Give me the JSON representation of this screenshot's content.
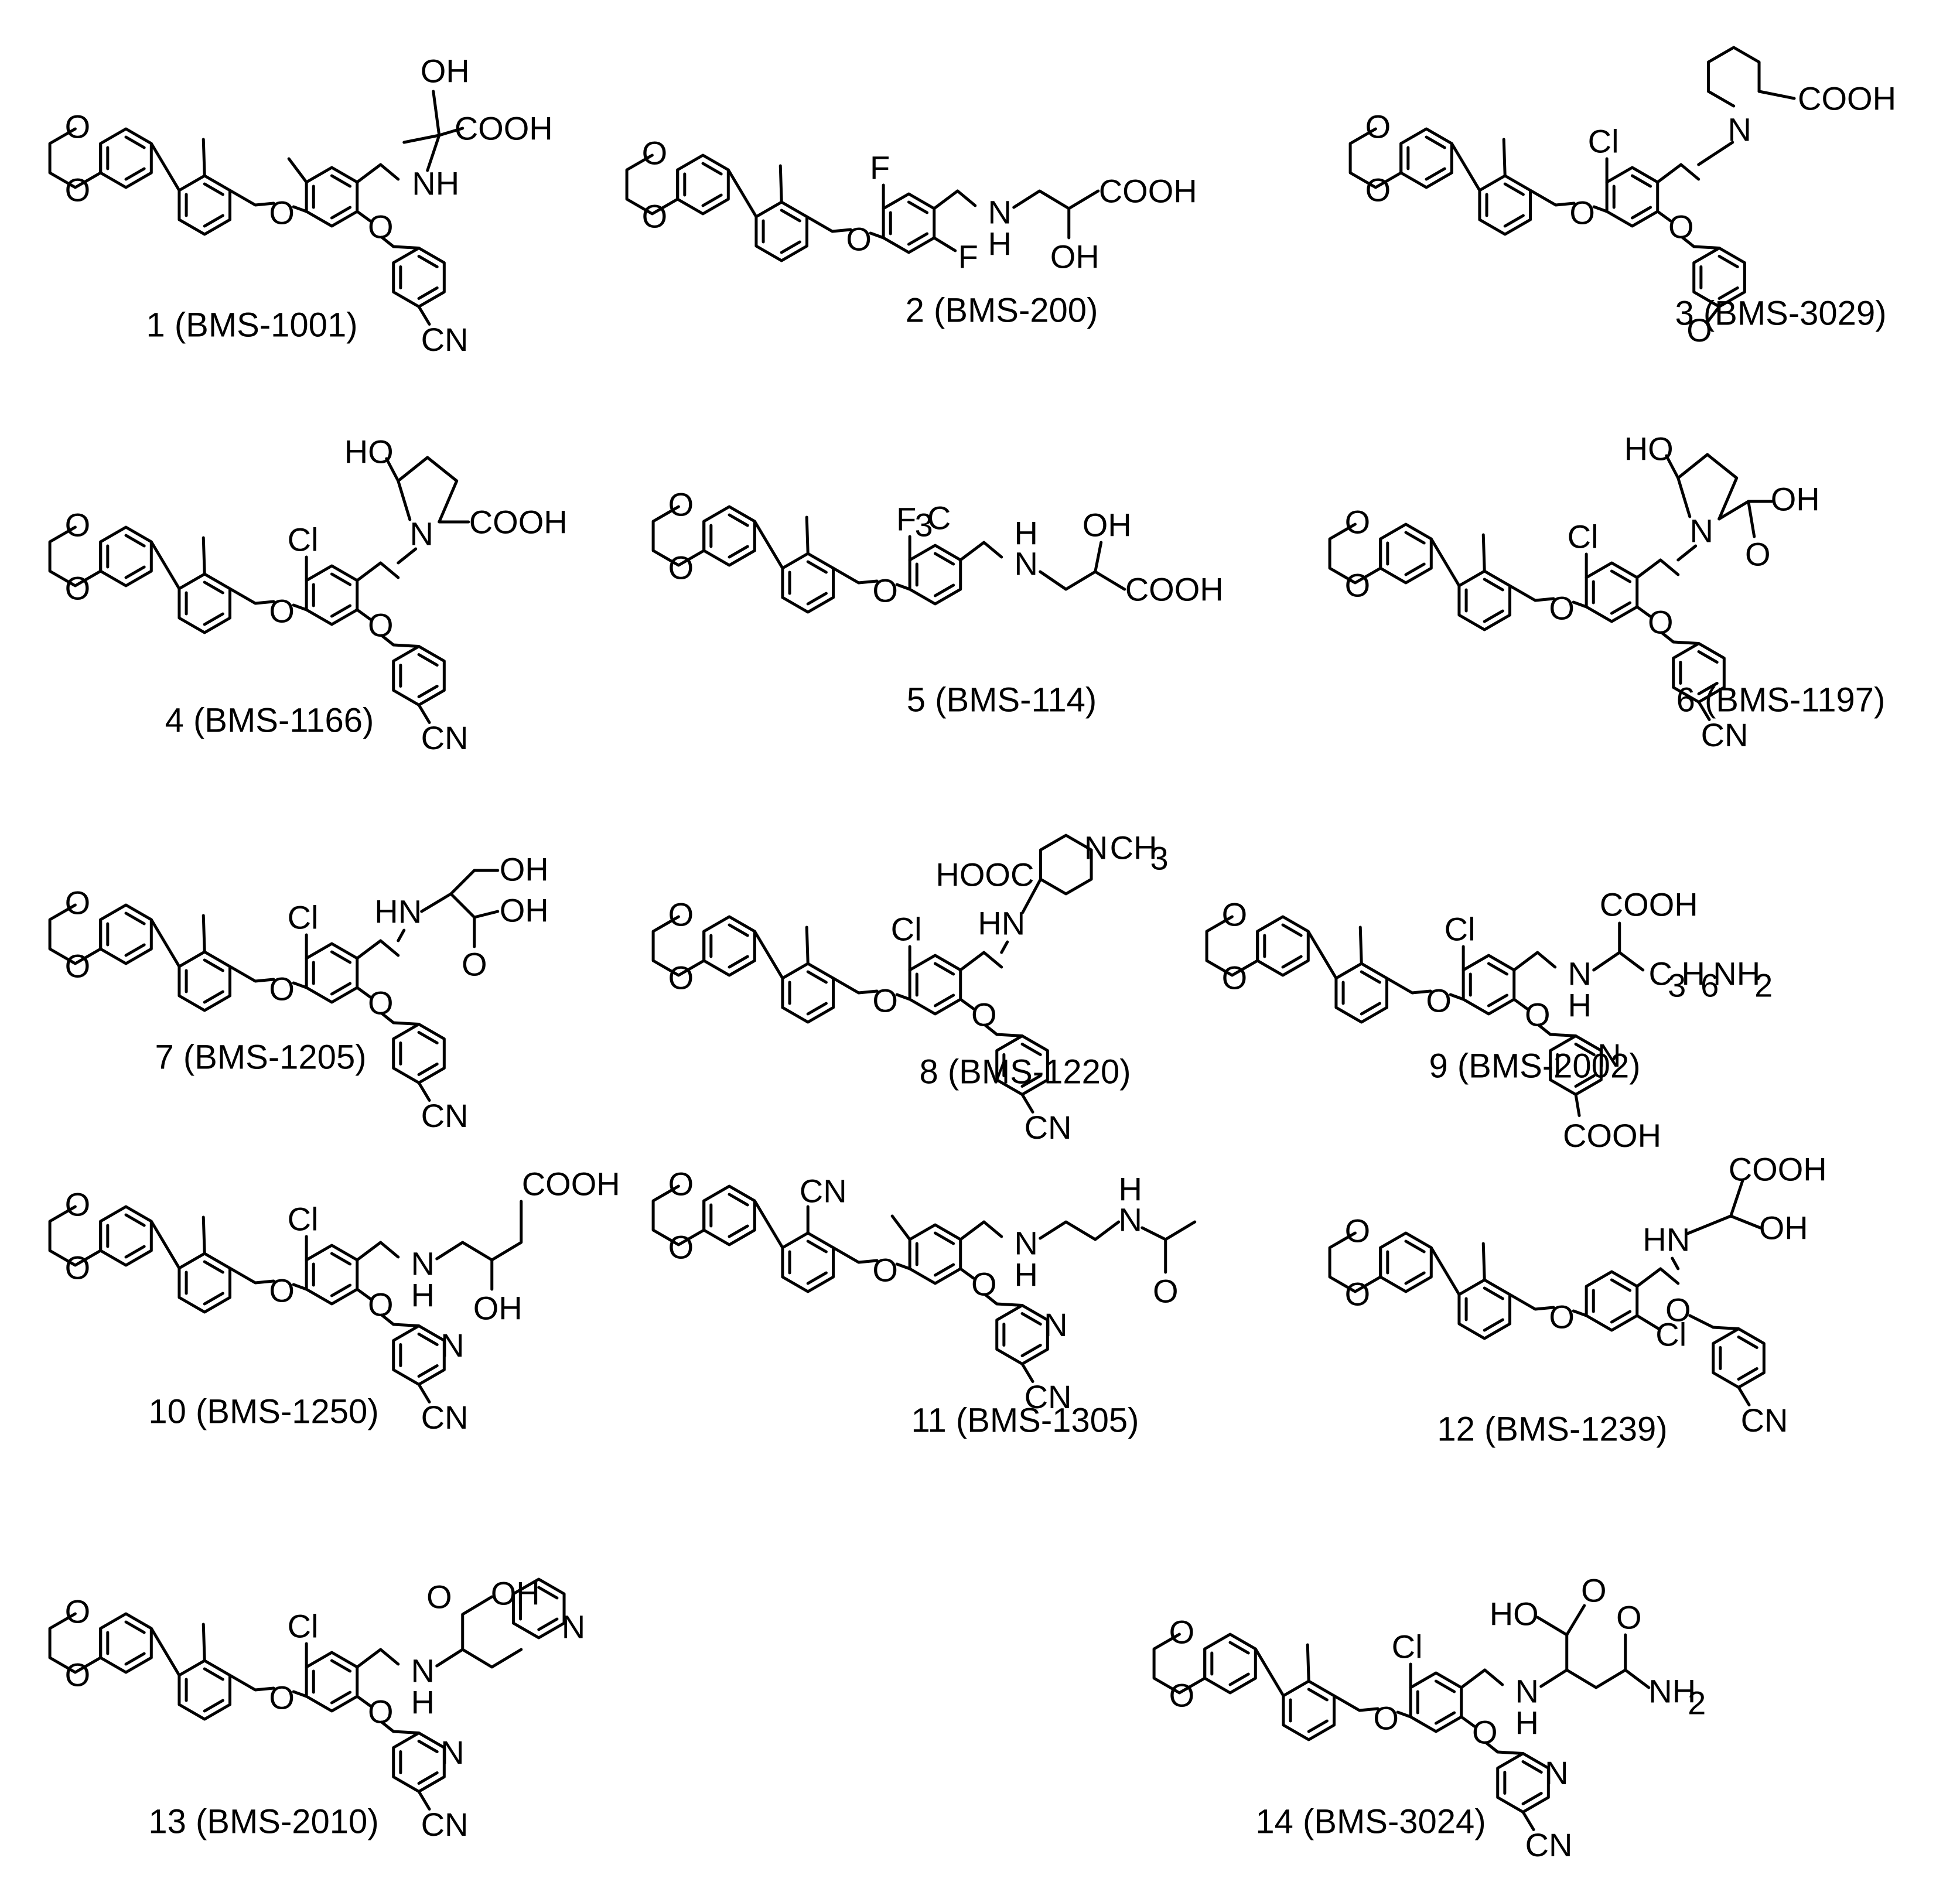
{
  "compounds": [
    {
      "caption": "1 (BMS-1001)",
      "labels": [
        "O",
        "O",
        "O",
        "O",
        "O",
        "OH",
        "COOH",
        "NH",
        "CN"
      ]
    },
    {
      "caption": "2 (BMS-200)",
      "labels": [
        "O",
        "O",
        "O",
        "F",
        "F",
        "N",
        "H",
        "COOH",
        "OH"
      ]
    },
    {
      "caption": "3 (BMS-3029)",
      "labels": [
        "O",
        "O",
        "O",
        "O",
        "O",
        "Cl",
        "N",
        "COOH"
      ]
    },
    {
      "caption": "4 (BMS-1166)",
      "labels": [
        "O",
        "O",
        "O",
        "O",
        "Cl",
        "HO",
        "N",
        "COOH",
        "CN"
      ]
    },
    {
      "caption": "5 (BMS-114)",
      "labels": [
        "O",
        "O",
        "O",
        "F",
        "3",
        "C",
        "N",
        "H",
        "OH",
        "COOH"
      ]
    },
    {
      "caption": "6 (BMS-1197)",
      "labels": [
        "O",
        "O",
        "O",
        "O",
        "Cl",
        "HO",
        "N",
        "OH",
        "O",
        "CN"
      ]
    },
    {
      "caption": "7 (BMS-1205)",
      "labels": [
        "O",
        "O",
        "O",
        "O",
        "Cl",
        "HN",
        "OH",
        "OH",
        "O",
        "CN"
      ]
    },
    {
      "caption": "8 (BMS-1220)",
      "labels": [
        "O",
        "O",
        "O",
        "O",
        "Cl",
        "HOOC",
        "N",
        "CH",
        "3",
        "HN",
        "CN"
      ]
    },
    {
      "caption": "9 (BMS-2002)",
      "labels": [
        "O",
        "O",
        "O",
        "O",
        "Cl",
        "COOH",
        "N",
        "H",
        "C",
        "3",
        "H",
        "6",
        "NH",
        "2",
        "N",
        "COOH"
      ]
    },
    {
      "caption": "10 (BMS-1250)",
      "labels": [
        "O",
        "O",
        "O",
        "O",
        "Cl",
        "N",
        "H",
        "COOH",
        "OH",
        "N",
        "CN"
      ]
    },
    {
      "caption": "11 (BMS-1305)",
      "labels": [
        "O",
        "O",
        "CN",
        "O",
        "O",
        "N",
        "H",
        "N",
        "H",
        "O",
        "N",
        "CN"
      ]
    },
    {
      "caption": "12 (BMS-1239)",
      "labels": [
        "O",
        "O",
        "O",
        "O",
        "Cl",
        "HN",
        "COOH",
        "OH",
        "CN"
      ]
    },
    {
      "caption": "13 (BMS-2010)",
      "labels": [
        "O",
        "O",
        "O",
        "O",
        "Cl",
        "N",
        "H",
        "O",
        "OH",
        "N",
        "N",
        "CN"
      ]
    },
    {
      "caption": "14 (BMS-3024)",
      "labels": [
        "O",
        "O",
        "O",
        "O",
        "Cl",
        "HO",
        "O",
        "N",
        "H",
        "O",
        "NH",
        "2",
        "N",
        "CN"
      ]
    }
  ]
}
